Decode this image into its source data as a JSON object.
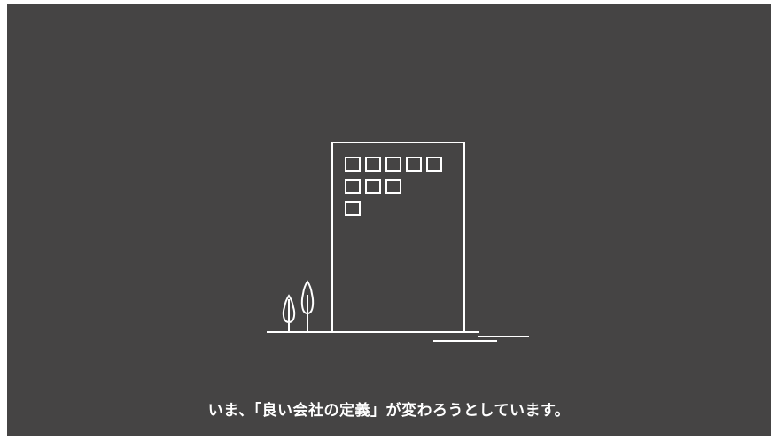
{
  "screen": {
    "background_color": "#454444",
    "line_color": "#ffffff",
    "caption": "いま、「良い会社の定義」が変わろうとしています。"
  },
  "illustration": {
    "subject": "office-building-with-trees",
    "window_rows": [
      5,
      3,
      1
    ]
  }
}
